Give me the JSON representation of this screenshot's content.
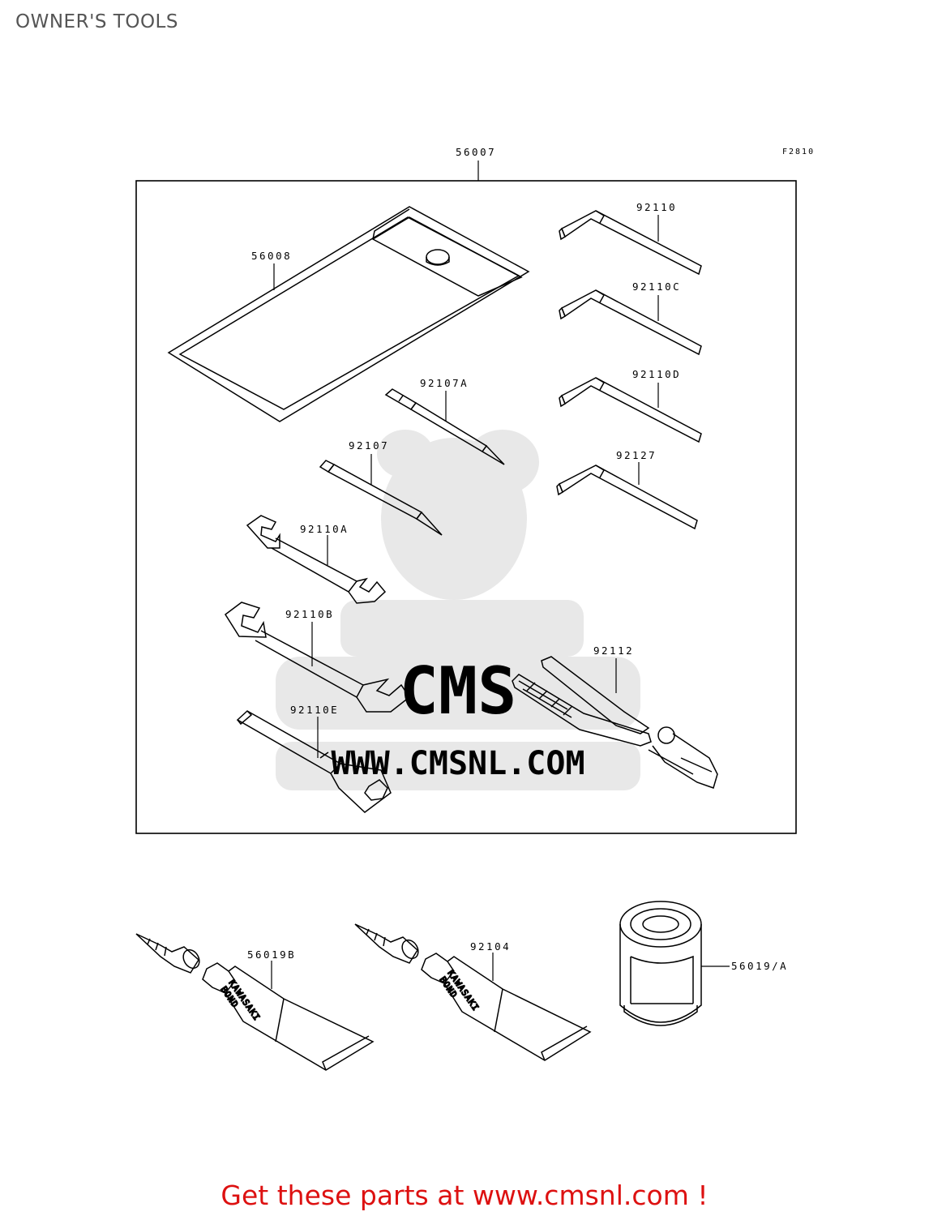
{
  "header": {
    "title": "OWNER'S TOOLS"
  },
  "diagram": {
    "figure_id": "F2810",
    "kit_part": "56007",
    "parts": {
      "p56008": "56008",
      "p92110": "92110",
      "p92110C": "92110C",
      "p92110D": "92110D",
      "p92127": "92127",
      "p92107A": "92107A",
      "p92107": "92107",
      "p92110A": "92110A",
      "p92110B": "92110B",
      "p92112": "92112",
      "p92110E": "92110E",
      "p56019B": "56019B",
      "p92104": "92104",
      "p56019A": "56019/A"
    },
    "tube_label": {
      "line1": "KAWASAKI",
      "line2": "BOND"
    },
    "watermark": {
      "brand": "CMS",
      "url": "WWW.CMSNL.COM"
    }
  },
  "footer": {
    "link_text": "Get these parts at www.cmsnl.com !"
  },
  "colors": {
    "footer_text": "#dd1111",
    "line_art": "#000000",
    "watermark": "#e6e6e6"
  }
}
